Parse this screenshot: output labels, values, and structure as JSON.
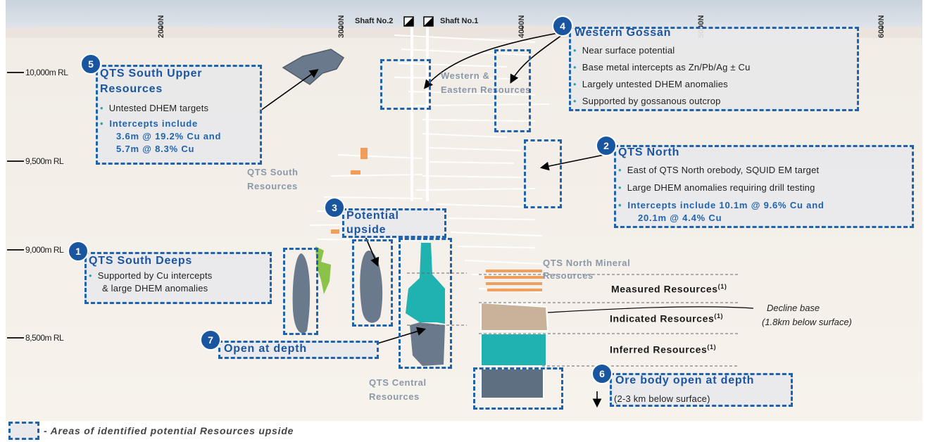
{
  "colors": {
    "accent": "#1f63ad",
    "badge": "#1a55a0",
    "teal": "#2aa6a6",
    "resource_teal": "#20b2b0",
    "resource_tan": "#c9b29a",
    "resource_grey": "#5e6f82"
  },
  "rl_axis": [
    "10,000m RL",
    "9,500m RL",
    "9,000m RL",
    "8,500m RL"
  ],
  "northing_axis": [
    "2000N",
    "3000N",
    "4000N",
    "5000N",
    "6000N"
  ],
  "shafts": [
    "Shaft No.2",
    "Shaft No.1"
  ],
  "targets": {
    "t1": {
      "number": "1",
      "title": "QTS South Deeps",
      "bullets": [
        "Supported by Cu intercepts",
        "& large DHEM anomalies"
      ]
    },
    "t2": {
      "number": "2",
      "title": "QTS North",
      "bullets": [
        "East of QTS North orebody, SQUID EM target",
        "Large DHEM anomalies requiring drill testing"
      ],
      "highlight": [
        "Intercepts include 10.1m @ 9.6% Cu and",
        "20.1m @ 4.4% Cu"
      ]
    },
    "t3": {
      "number": "3",
      "title": [
        "Potential",
        "upside"
      ]
    },
    "t4": {
      "number": "4",
      "title": "Western Gossan",
      "bullets": [
        "Near surface potential",
        "Base metal intercepts as Zn/Pb/Ag ± Cu",
        "Largely untested DHEM anomalies",
        "Supported by gossanous outcrop"
      ]
    },
    "t5": {
      "number": "5",
      "title": [
        "QTS South Upper",
        "Resources"
      ],
      "bullets": [
        "Untested DHEM targets"
      ],
      "highlight": [
        "Intercepts include",
        "3.6m @ 19.2% Cu and",
        "5.7m @ 8.3% Cu"
      ]
    },
    "t6": {
      "number": "6",
      "title": "Ore body open at depth",
      "sub": "(2-3 km below surface)"
    },
    "t7": {
      "number": "7",
      "title": "Open at depth"
    }
  },
  "resource_labels": {
    "south": [
      "QTS South",
      "Resources"
    ],
    "central": [
      "QTS Central",
      "Resources"
    ],
    "north": [
      "QTS North Mineral",
      "Resources"
    ],
    "western": [
      "Western &",
      "Eastern Resources"
    ]
  },
  "categories": {
    "measured": "Measured Resources",
    "indicated": "Indicated Resources",
    "inferred": "Inferred Resources",
    "footnote_mark": "(1)"
  },
  "decline": [
    "Decline base",
    "(1.8km below surface)"
  ],
  "legend": "- Areas of identified potential Resources upside"
}
